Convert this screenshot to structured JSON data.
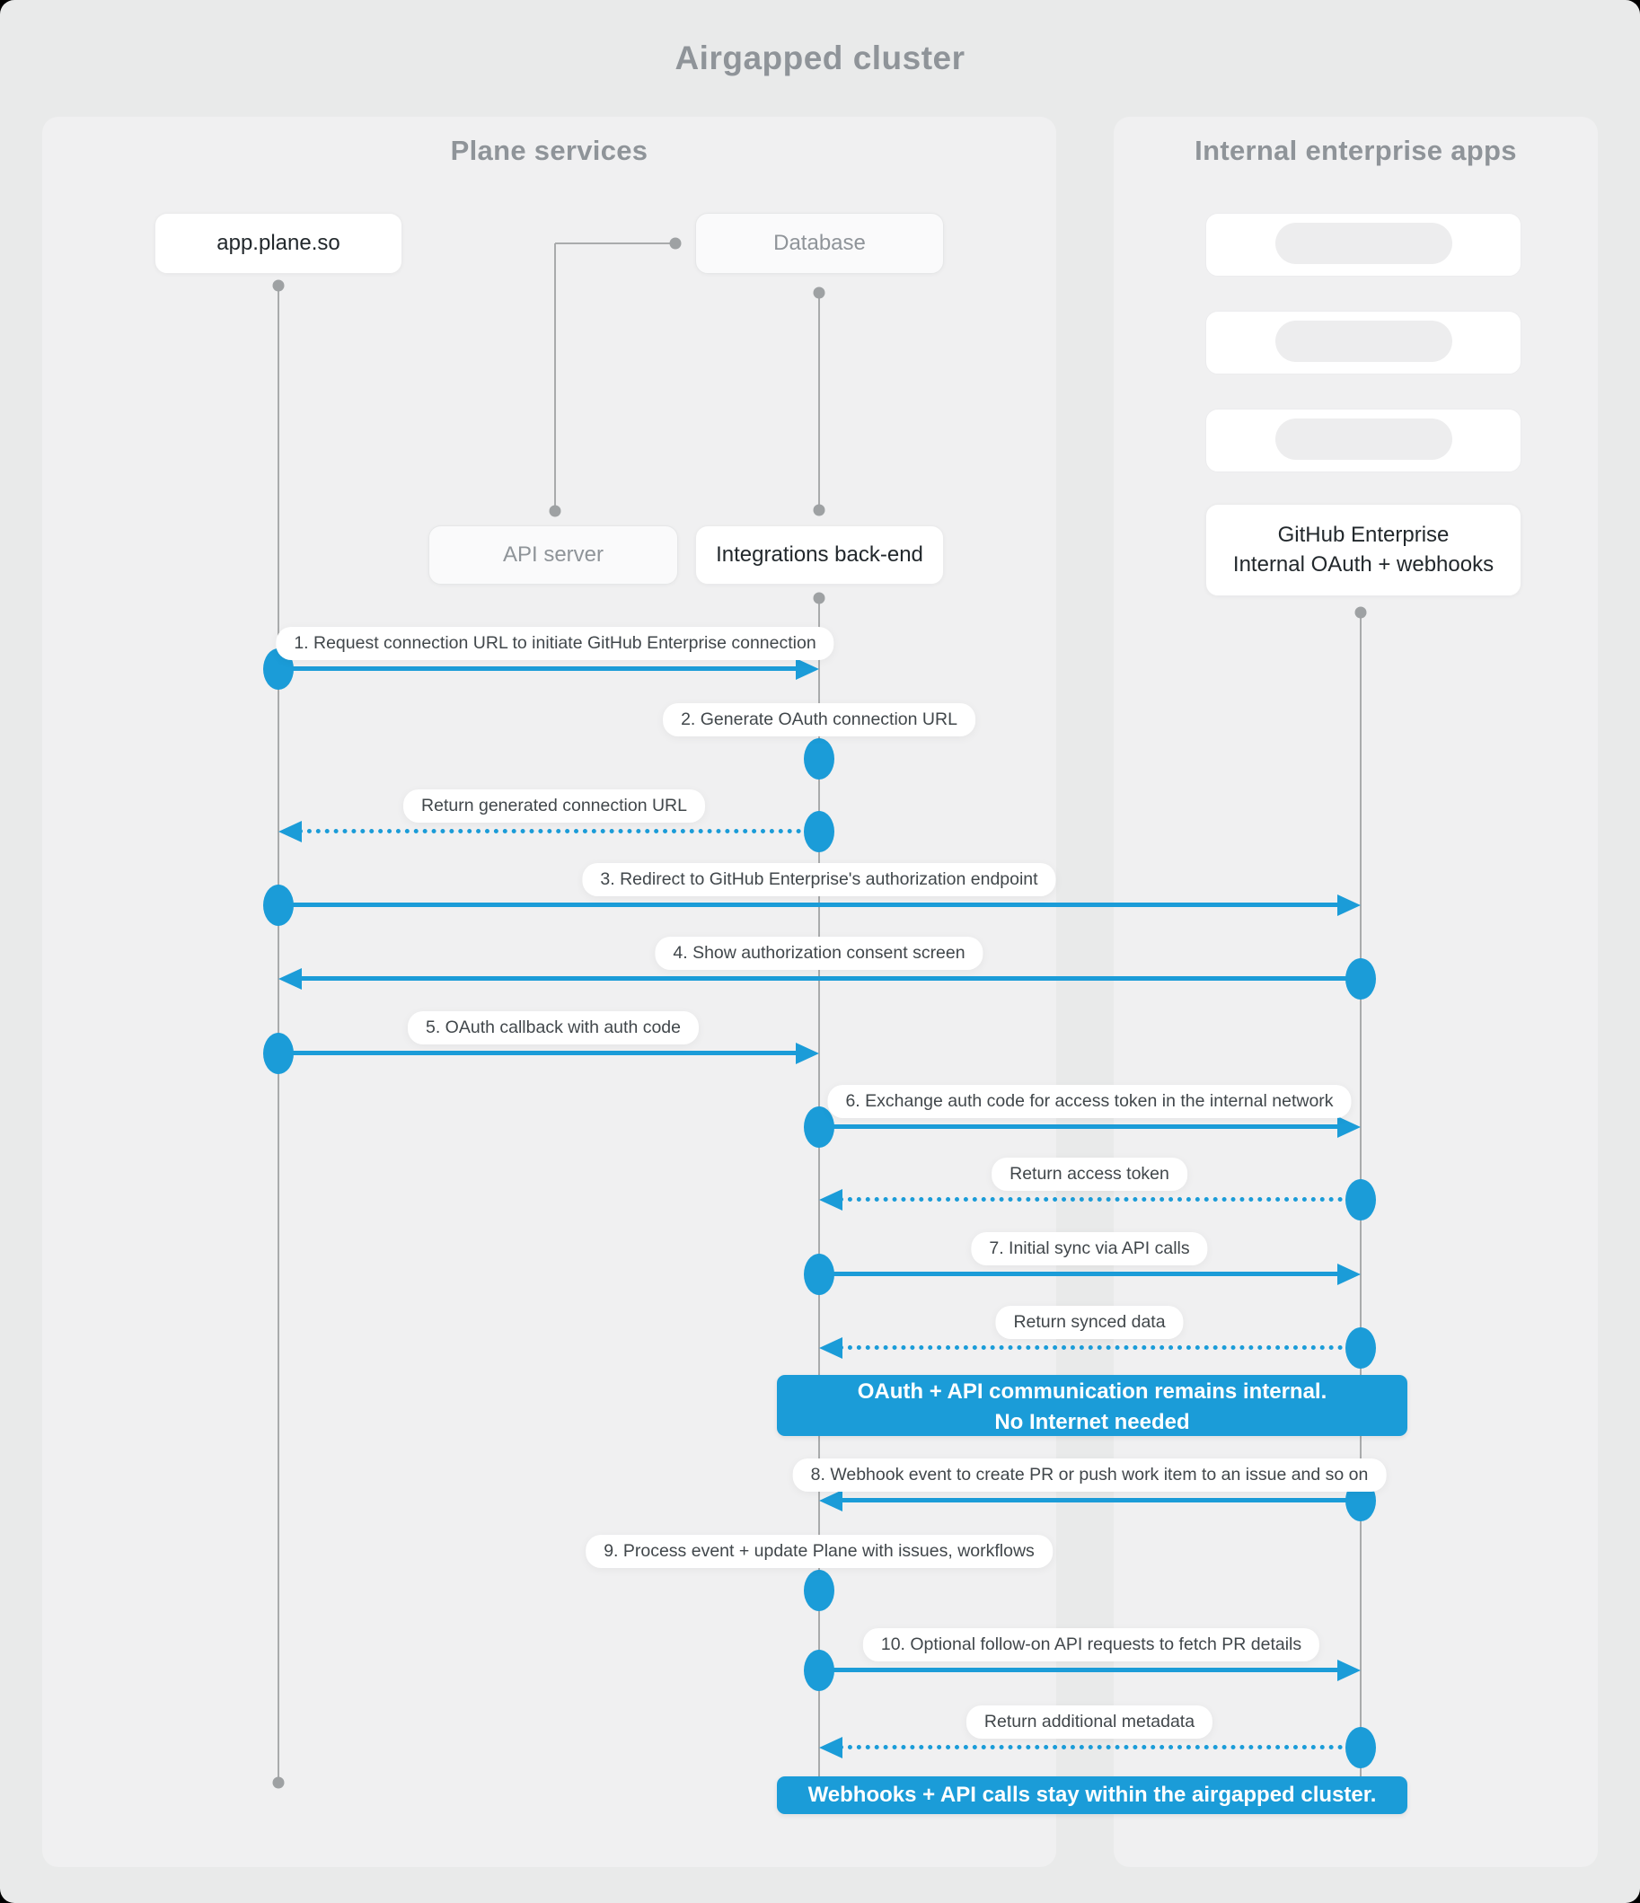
{
  "page_title": "Airgapped cluster",
  "colors": {
    "accent": "#1b9cd8",
    "panel": "#f0f0f1",
    "background": "#e9eaea"
  },
  "panels": {
    "plane": {
      "title": "Plane services"
    },
    "internal": {
      "title": "Internal enterprise apps"
    }
  },
  "nodes": {
    "app": {
      "label": "app.plane.so"
    },
    "database": {
      "label": "Database"
    },
    "api_server": {
      "label": "API server"
    },
    "integrations": {
      "label": "Integrations back-end"
    },
    "github": {
      "line1": "GitHub Enterprise",
      "line2": "Internal OAuth + webhooks"
    }
  },
  "skeleton_cards": 3,
  "messages": [
    {
      "label": "1. Request connection URL to initiate GitHub Enterprise connection",
      "from": "app",
      "to": "integrations",
      "style": "solid"
    },
    {
      "label": "2. Generate OAuth connection URL",
      "on": "integrations",
      "style": "self"
    },
    {
      "label": "Return generated connection URL",
      "from": "integrations",
      "to": "app",
      "style": "dashed"
    },
    {
      "label": "3. Redirect to GitHub Enterprise's authorization endpoint",
      "from": "app",
      "to": "github",
      "style": "solid"
    },
    {
      "label": "4. Show authorization consent screen",
      "from": "github",
      "to": "app",
      "style": "solid"
    },
    {
      "label": "5. OAuth callback with auth code",
      "from": "app",
      "to": "integrations",
      "style": "solid"
    },
    {
      "label": "6. Exchange auth code for access token in the internal network",
      "from": "integrations",
      "to": "github",
      "style": "solid"
    },
    {
      "label": "Return access token",
      "from": "github",
      "to": "integrations",
      "style": "dashed"
    },
    {
      "label": "7. Initial sync via API calls",
      "from": "integrations",
      "to": "github",
      "style": "solid"
    },
    {
      "label": "Return synced data",
      "from": "github",
      "to": "integrations",
      "style": "dashed"
    },
    {
      "label": "8. Webhook event to create PR  or push work item to an issue  and so on",
      "from": "github",
      "to": "integrations",
      "style": "solid"
    },
    {
      "label": "9. Process event + update Plane with issues, workflows",
      "on": "integrations",
      "style": "self"
    },
    {
      "label": "10. Optional follow-on API requests to fetch PR details",
      "from": "integrations",
      "to": "github",
      "style": "solid"
    },
    {
      "label": "Return additional metadata",
      "from": "github",
      "to": "integrations",
      "style": "dashed"
    }
  ],
  "banners": [
    {
      "line1": "OAuth + API communication remains internal.",
      "line2": "No Internet needed"
    },
    {
      "line1": "Webhooks + API calls stay within the airgapped cluster."
    }
  ]
}
